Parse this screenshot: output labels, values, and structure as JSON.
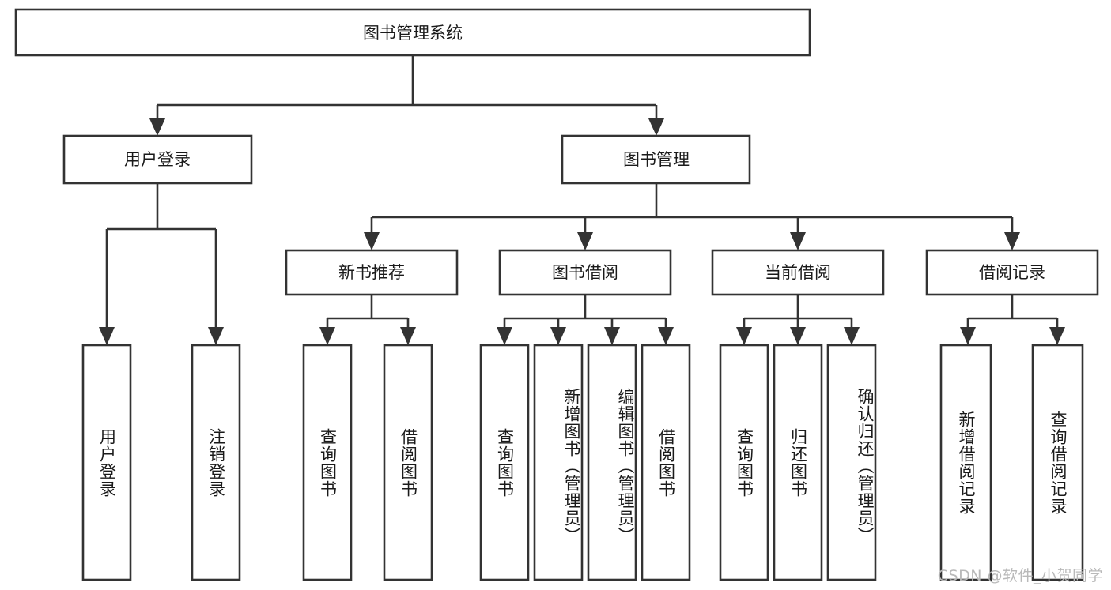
{
  "diagram": {
    "type": "tree-hierarchy",
    "title": "图书管理系统",
    "watermark": "CSDN @软件_小贺同学",
    "colors": {
      "box_stroke": "#333333",
      "box_fill": "#ffffff",
      "text": "#1a1a1a",
      "connector": "#333333",
      "watermark": "#b9b9b9",
      "background": "#ffffff"
    },
    "root": {
      "label": "图书管理系统",
      "children": [
        {
          "label": "用户登录",
          "children": [
            {
              "label": "用户登录"
            },
            {
              "label": "注销登录"
            }
          ]
        },
        {
          "label": "图书管理",
          "children": [
            {
              "label": "新书推荐",
              "children": [
                {
                  "label": "查询图书"
                },
                {
                  "label": "借阅图书"
                }
              ]
            },
            {
              "label": "图书借阅",
              "children": [
                {
                  "label": "查询图书"
                },
                {
                  "label": "新增图书（管理员）"
                },
                {
                  "label": "编辑图书（管理员）"
                },
                {
                  "label": "借阅图书"
                }
              ]
            },
            {
              "label": "当前借阅",
              "children": [
                {
                  "label": "查询图书"
                },
                {
                  "label": "归还图书"
                },
                {
                  "label": "确认归还（管理员）"
                }
              ]
            },
            {
              "label": "借阅记录",
              "children": [
                {
                  "label": "新增借阅记录"
                },
                {
                  "label": "查询借阅记录"
                }
              ]
            }
          ]
        }
      ]
    },
    "nodes": {
      "root": "图书管理系统",
      "l1_user_login": "用户登录",
      "l1_book_mgmt": "图书管理",
      "l2_new_book": "新书推荐",
      "l2_borrow": "图书借阅",
      "l2_current": "当前借阅",
      "l2_record": "借阅记录",
      "leaf_user_login": "用户登录",
      "leaf_logout": "注销登录",
      "leaf_nb_query": "查询图书",
      "leaf_nb_borrow": "借阅图书",
      "leaf_bw_query": "查询图书",
      "leaf_bw_add": "新增图书（管理员）",
      "leaf_bw_edit": "编辑图书（管理员）",
      "leaf_bw_borrow": "借阅图书",
      "leaf_cu_query": "查询图书",
      "leaf_cu_return": "归还图书",
      "leaf_cu_confirm": "确认归还（管理员）",
      "leaf_rc_add": "新增借阅记录",
      "leaf_rc_query": "查询借阅记录"
    }
  }
}
